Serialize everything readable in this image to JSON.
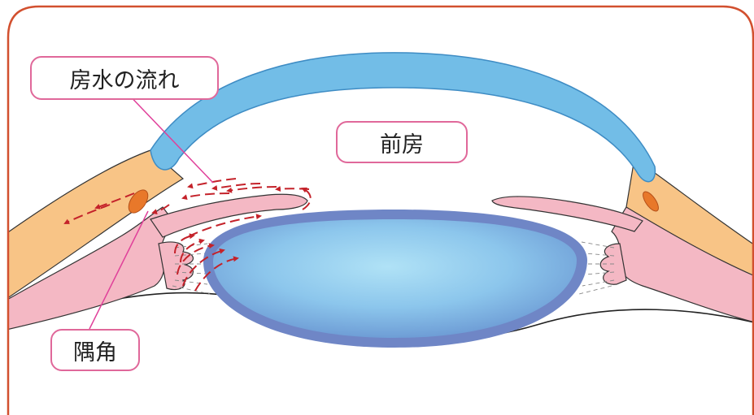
{
  "labels": {
    "aqueous_flow": "房水の流れ",
    "anterior_chamber": "前房",
    "angle": "隅角"
  },
  "colors": {
    "frame": "#d2502f",
    "cornea": "#72bde7",
    "cornea_edge": "#3e8cc4",
    "sclera": "#f8c486",
    "iris": "#f4b8c4",
    "canal": "#e8782a",
    "lens_outer": "#6f86c6",
    "lens_inner_center": "#b0e2f6",
    "lens_inner_edge": "#6c9ad4",
    "flow_arrow": "#c4222a",
    "label_border": "#e0689a",
    "pointer_line": "#e0409a"
  }
}
